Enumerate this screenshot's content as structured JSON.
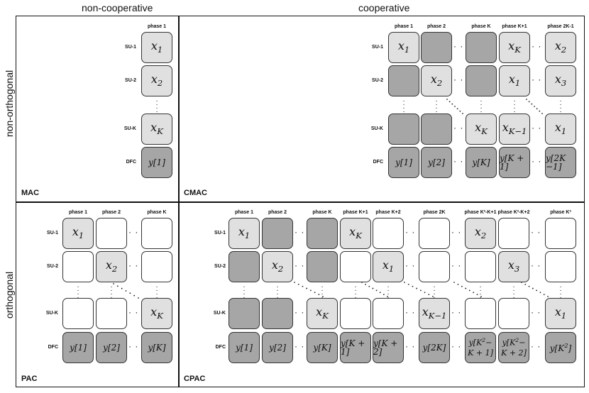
{
  "columns": {
    "left": "non-cooperative",
    "right": "cooperative"
  },
  "rows": {
    "top": "non-orthogonal",
    "bottom": "orthogonal"
  },
  "panels": {
    "mac": {
      "label": "MAC",
      "phases": [
        "phase 1"
      ],
      "rows": [
        "SU-1",
        "SU-2",
        "SU-K",
        "DFC"
      ],
      "cells": [
        [
          "x_1"
        ],
        [
          "x_2"
        ],
        [
          "x_K"
        ],
        [
          "y[1]"
        ]
      ]
    },
    "cmac": {
      "label": "CMAC",
      "phases": [
        "phase 1",
        "phase 2",
        "phase K",
        "phase K+1",
        "phase 2K-1"
      ],
      "rows": [
        "SU-1",
        "SU-2",
        "SU-K",
        "DFC"
      ],
      "cells": [
        [
          "x_1",
          "",
          "",
          "x_K",
          "x_2"
        ],
        [
          "",
          "x_2",
          "",
          "x_1",
          "x_3"
        ],
        [
          "",
          "",
          "x_K",
          "x_K−1",
          "x_1"
        ],
        [
          "y[1]",
          "y[2]",
          "y[K]",
          "y[K + 1]",
          "y[2K −1]"
        ]
      ]
    },
    "pac": {
      "label": "PAC",
      "phases": [
        "phase 1",
        "phase 2",
        "phase K"
      ],
      "rows": [
        "SU-1",
        "SU-2",
        "SU-K",
        "DFC"
      ],
      "cells": [
        [
          "x_1",
          "",
          ""
        ],
        [
          "",
          "x_2",
          ""
        ],
        [
          "",
          "",
          "x_K"
        ],
        [
          "y[1]",
          "y[2]",
          "y[K]"
        ]
      ]
    },
    "cpac": {
      "label": "CPAC",
      "phases": [
        "phase 1",
        "phase 2",
        "phase K",
        "phase K+1",
        "phase K+2",
        "phase 2K",
        "phase K²-K+1",
        "phase K²-K+2",
        "phase K²"
      ],
      "rows": [
        "SU-1",
        "SU-2",
        "SU-K",
        "DFC"
      ],
      "cells": [
        [
          "x_1",
          "",
          "",
          "x_K",
          "",
          "",
          "x_2",
          "",
          ""
        ],
        [
          "",
          "x_2",
          "",
          "",
          "x_1",
          "",
          "",
          "x_3",
          ""
        ],
        [
          "",
          "",
          "x_K",
          "",
          "",
          "x_K−1",
          "",
          "",
          "x_1"
        ],
        [
          "y[1]",
          "y[2]",
          "y[K]",
          "y[K + 1]",
          "y[K + 2]",
          "y[2K]",
          "y[K²− K + 1]",
          "y[K²− K + 2]",
          "y[K²]"
        ]
      ]
    }
  }
}
